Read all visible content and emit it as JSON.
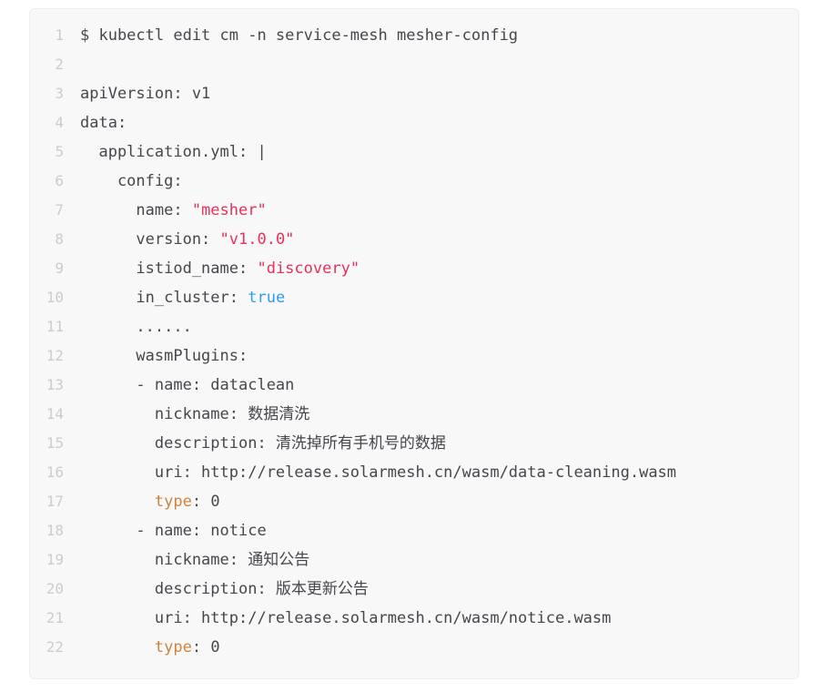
{
  "page": {
    "background": "#ffffff"
  },
  "code_block": {
    "background": "#f8f8f8",
    "border_color": "#ededed",
    "colors": {
      "text": "#46464c",
      "line_number": "#cccccc",
      "string": "#e8305a",
      "boolean": "#2d9cf0",
      "keyword": "#d0823c"
    },
    "lines": [
      {
        "number": "1",
        "segments": [
          {
            "text": "$ kubectl edit cm -n service-mesh mesher-config",
            "style": "plain"
          }
        ]
      },
      {
        "number": "2",
        "segments": []
      },
      {
        "number": "3",
        "segments": [
          {
            "text": "apiVersion: v1",
            "style": "plain"
          }
        ]
      },
      {
        "number": "4",
        "segments": [
          {
            "text": "data:",
            "style": "plain"
          }
        ]
      },
      {
        "number": "5",
        "segments": [
          {
            "text": "  application.yml: |",
            "style": "plain"
          }
        ]
      },
      {
        "number": "6",
        "segments": [
          {
            "text": "    config:",
            "style": "plain"
          }
        ]
      },
      {
        "number": "7",
        "segments": [
          {
            "text": "      name: ",
            "style": "plain"
          },
          {
            "text": "\"mesher\"",
            "style": "string"
          }
        ]
      },
      {
        "number": "8",
        "segments": [
          {
            "text": "      version: ",
            "style": "plain"
          },
          {
            "text": "\"v1.0.0\"",
            "style": "string"
          }
        ]
      },
      {
        "number": "9",
        "segments": [
          {
            "text": "      istiod_name: ",
            "style": "plain"
          },
          {
            "text": "\"discovery\"",
            "style": "string"
          }
        ]
      },
      {
        "number": "10",
        "segments": [
          {
            "text": "      in_cluster: ",
            "style": "plain"
          },
          {
            "text": "true",
            "style": "boolean"
          }
        ]
      },
      {
        "number": "11",
        "segments": [
          {
            "text": "      ......",
            "style": "plain"
          }
        ]
      },
      {
        "number": "12",
        "segments": [
          {
            "text": "      wasmPlugins:",
            "style": "plain"
          }
        ]
      },
      {
        "number": "13",
        "segments": [
          {
            "text": "      - name: dataclean",
            "style": "plain"
          }
        ]
      },
      {
        "number": "14",
        "segments": [
          {
            "text": "        nickname: 数据清洗",
            "style": "plain"
          }
        ]
      },
      {
        "number": "15",
        "segments": [
          {
            "text": "        description: 清洗掉所有手机号的数据",
            "style": "plain"
          }
        ]
      },
      {
        "number": "16",
        "segments": [
          {
            "text": "        uri: http://release.solarmesh.cn/wasm/data-cleaning.wasm",
            "style": "plain"
          }
        ]
      },
      {
        "number": "17",
        "segments": [
          {
            "text": "        ",
            "style": "plain"
          },
          {
            "text": "type",
            "style": "keyword"
          },
          {
            "text": ": 0",
            "style": "plain"
          }
        ]
      },
      {
        "number": "18",
        "segments": [
          {
            "text": "      - name: notice",
            "style": "plain"
          }
        ]
      },
      {
        "number": "19",
        "segments": [
          {
            "text": "        nickname: 通知公告",
            "style": "plain"
          }
        ]
      },
      {
        "number": "20",
        "segments": [
          {
            "text": "        description: 版本更新公告",
            "style": "plain"
          }
        ]
      },
      {
        "number": "21",
        "segments": [
          {
            "text": "        uri: http://release.solarmesh.cn/wasm/notice.wasm",
            "style": "plain"
          }
        ]
      },
      {
        "number": "22",
        "segments": [
          {
            "text": "        ",
            "style": "plain"
          },
          {
            "text": "type",
            "style": "keyword"
          },
          {
            "text": ": 0",
            "style": "plain"
          }
        ]
      }
    ]
  }
}
